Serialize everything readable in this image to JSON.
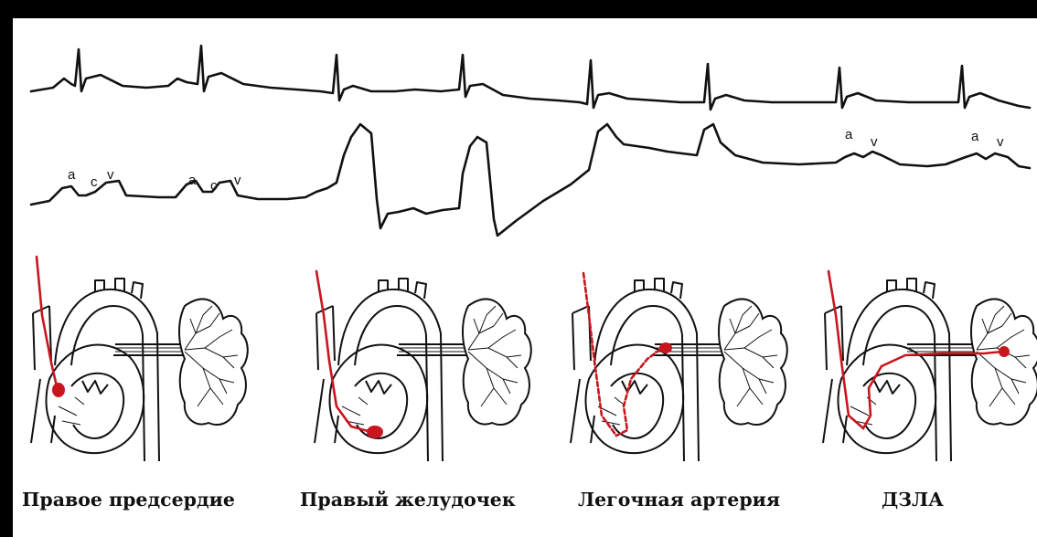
{
  "ecg": {
    "name": "ecg-trace"
  },
  "pressure": {
    "name": "pressure-trace",
    "waves": [
      {
        "id": "ra-1",
        "labels": [
          "a",
          "c",
          "v"
        ]
      },
      {
        "id": "ra-2",
        "labels": [
          "a",
          "c",
          "v"
        ]
      },
      {
        "id": "pcwp-1",
        "labels": [
          "a",
          "v"
        ]
      },
      {
        "id": "pcwp-2",
        "labels": [
          "a",
          "v"
        ]
      }
    ]
  },
  "panels": [
    {
      "id": "right-atrium",
      "caption": "Правое предсердие"
    },
    {
      "id": "right-ventricle",
      "caption": "Правый желудочек"
    },
    {
      "id": "pulmonary-artery",
      "caption": "Легочная артерия"
    },
    {
      "id": "pcwp",
      "caption": "ДЗЛА"
    }
  ],
  "colors": {
    "background": "#000000",
    "figure": "#ffffff",
    "ink": "#111111",
    "catheter": "#c8161e"
  }
}
